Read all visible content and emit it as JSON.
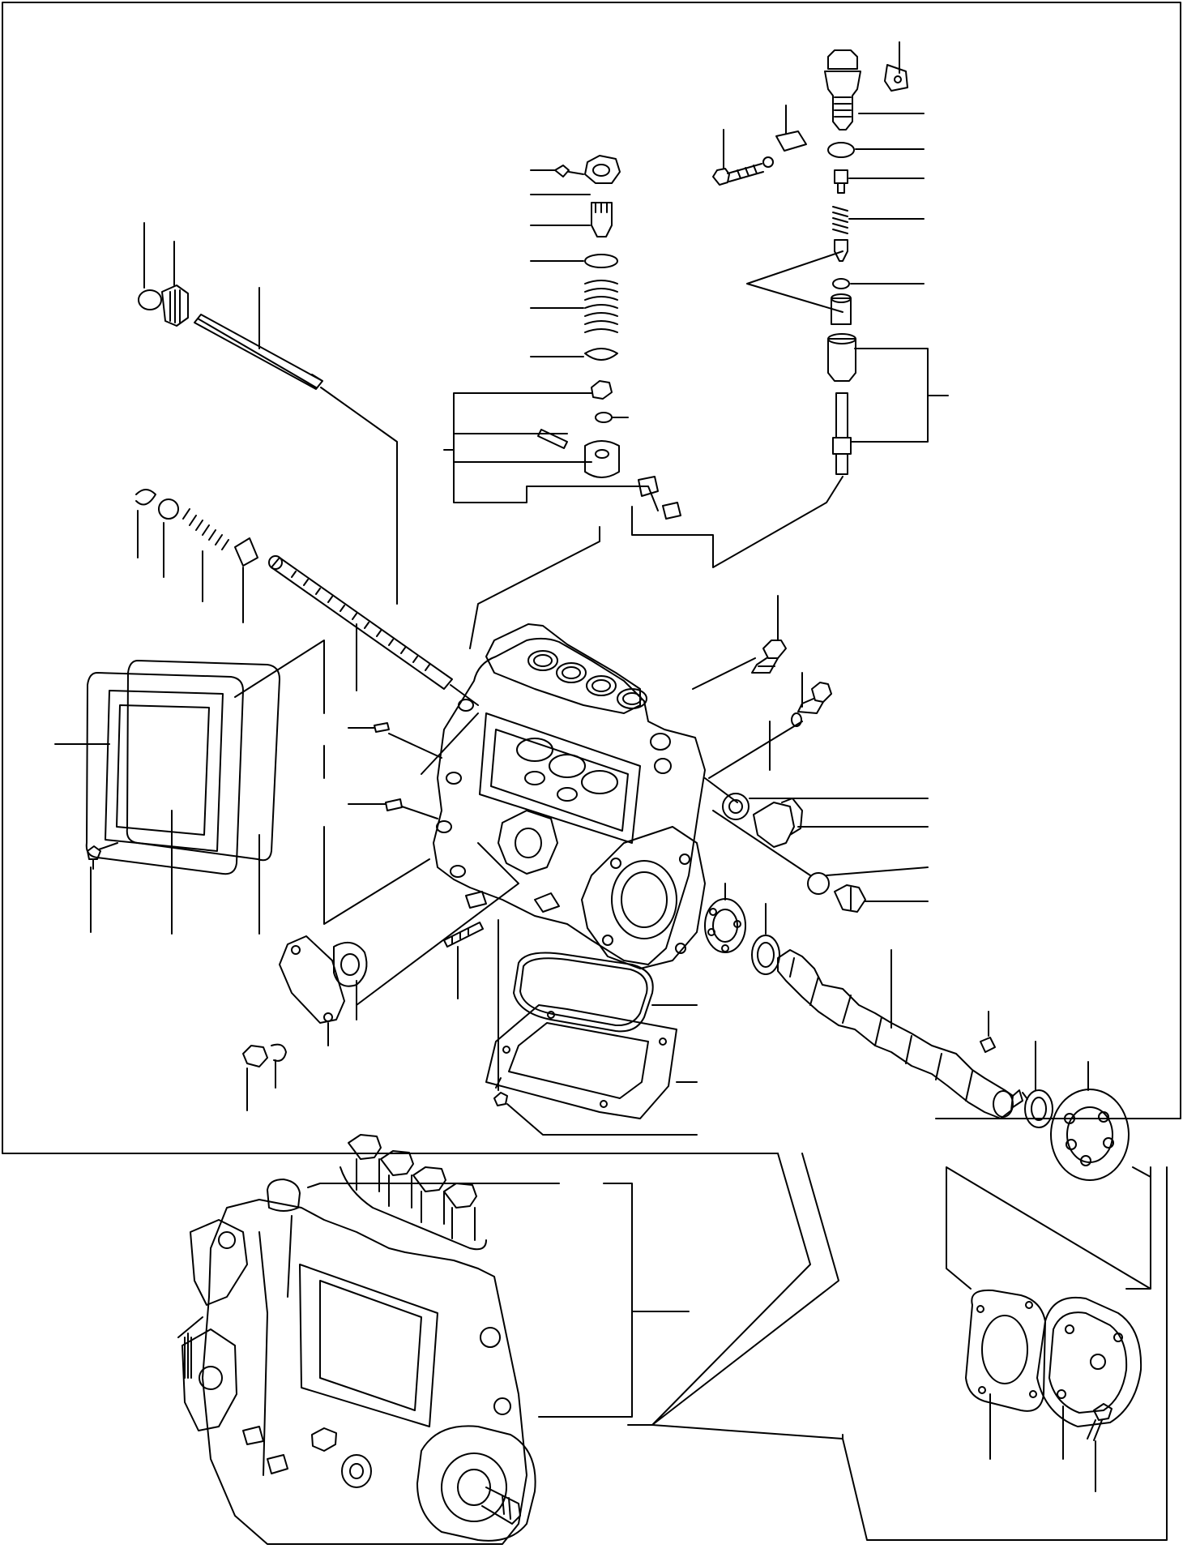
{
  "diagram": {
    "kind": "exploded-parts-view",
    "subject": "fuel-injection-pump",
    "text_labels": [],
    "ink_color": "#000000",
    "paper_color": "#ffffff",
    "part_groups": [
      "delivery-valve-holder",
      "plunger-spring-group",
      "control-rack",
      "pump-housing",
      "inspection-cover",
      "bottom-cover",
      "camshaft",
      "bearing-cover",
      "pump-assembly"
    ]
  }
}
